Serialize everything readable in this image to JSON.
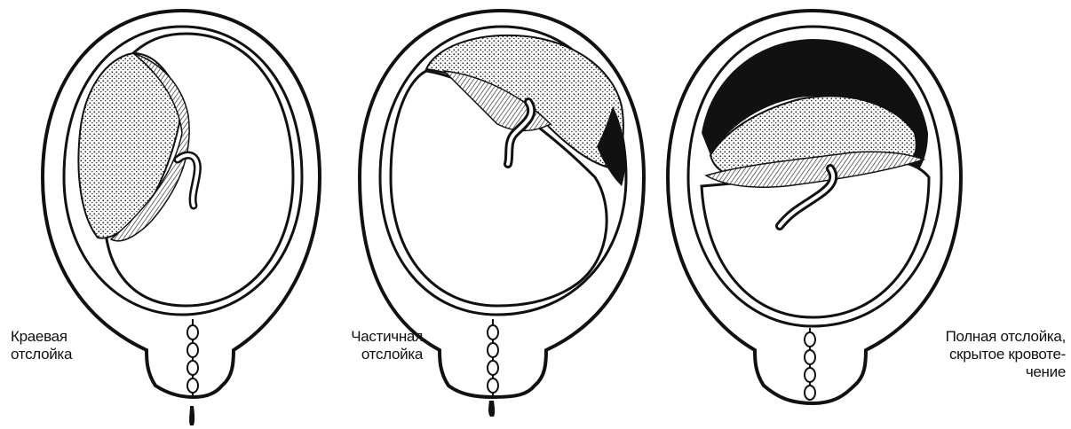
{
  "figures": [
    {
      "caption_lines": [
        "Краевая",
        "отслойка"
      ]
    },
    {
      "caption_lines": [
        "Частичная",
        "отслойка"
      ]
    },
    {
      "caption_lines": [
        "Полная отслойка,",
        "скрытое кровоте-",
        "чение"
      ]
    }
  ],
  "colors": {
    "ink": "#111111",
    "paper": "#ffffff",
    "placenta_fill": "#d9d9d9"
  }
}
